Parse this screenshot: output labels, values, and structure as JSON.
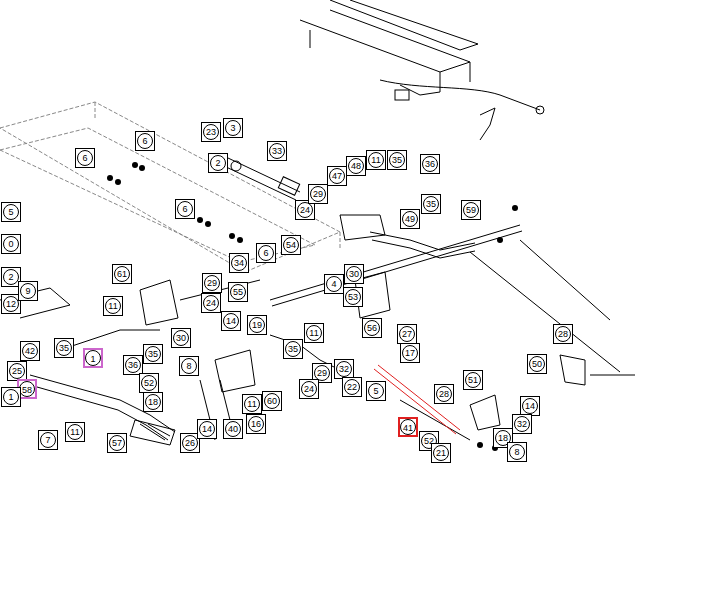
{
  "diagram": {
    "labels": [
      "23",
      "3",
      "6",
      "6",
      "2",
      "33",
      "6",
      "24",
      "29",
      "47",
      "48",
      "11",
      "35",
      "36",
      "35",
      "49",
      "59",
      "5",
      "0",
      "6",
      "54",
      "34",
      "30",
      "4",
      "53",
      "2",
      "12",
      "9",
      "61",
      "29",
      "55",
      "24",
      "11",
      "14",
      "19",
      "30",
      "11",
      "56",
      "27",
      "17",
      "28",
      "35",
      "42",
      "35",
      "1",
      "35",
      "36",
      "8",
      "29",
      "32",
      "50",
      "25",
      "58",
      "52",
      "18",
      "24",
      "22",
      "5",
      "60",
      "11",
      "51",
      "28",
      "14",
      "1",
      "32",
      "18",
      "41",
      "52",
      "21",
      "8",
      "7",
      "11",
      "57",
      "26",
      "14",
      "40",
      "16"
    ]
  }
}
